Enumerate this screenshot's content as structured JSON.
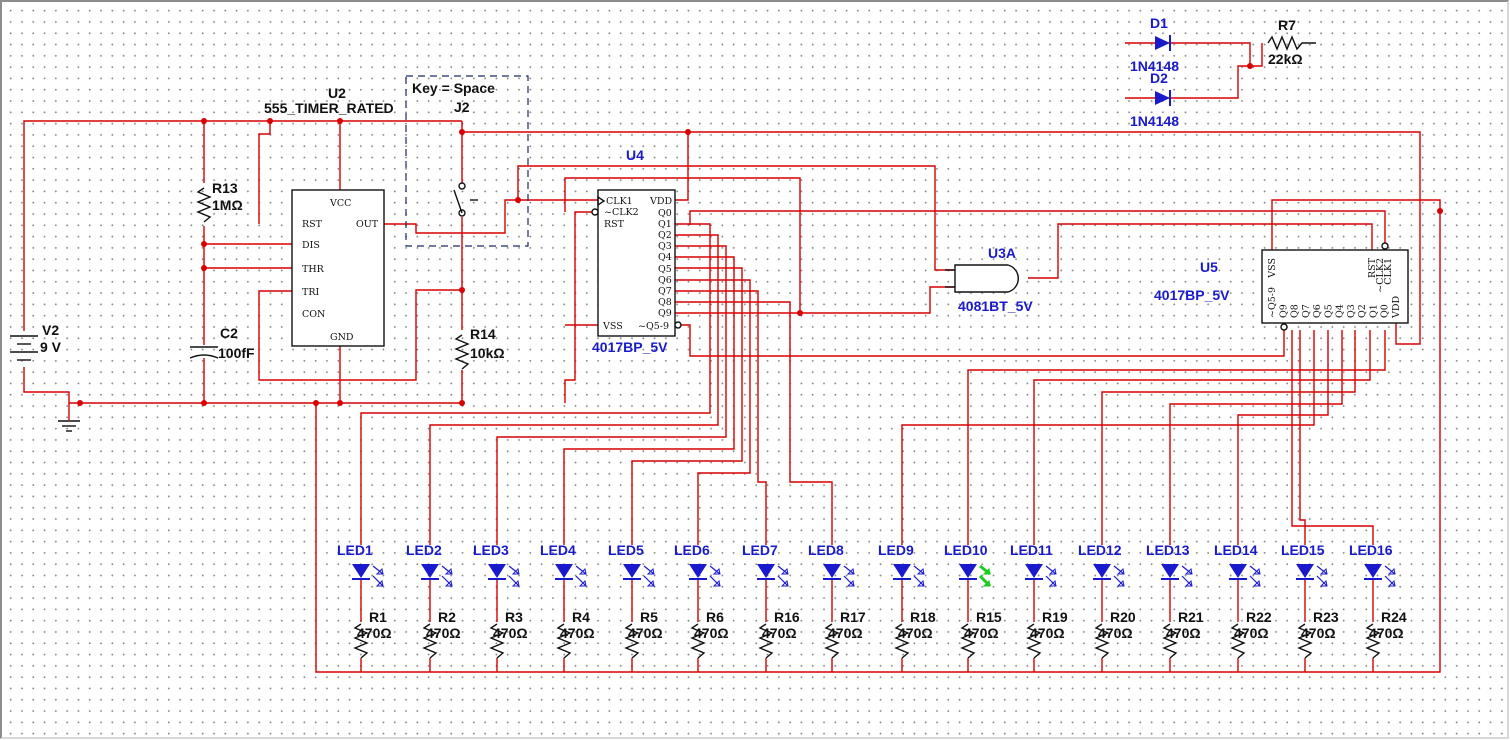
{
  "power": {
    "v2": {
      "ref": "V2",
      "value": "9 V"
    }
  },
  "timer": {
    "ref": "U2",
    "model": "555_TIMER_RATED",
    "pins": [
      "VCC",
      "RST",
      "DIS",
      "THR",
      "TRI",
      "CON",
      "OUT",
      "GND"
    ]
  },
  "switch": {
    "ref": "J2",
    "key": "Key = Space"
  },
  "counter_u4": {
    "ref": "U4",
    "model": "4017BP_5V",
    "pins_left": [
      "CLK1",
      "~CLK2",
      "RST"
    ],
    "pins_right": [
      "VDD",
      "Q0",
      "Q1",
      "Q2",
      "Q3",
      "Q4",
      "Q5",
      "Q6",
      "Q7",
      "Q8",
      "Q9"
    ],
    "pins_bottom": [
      "VSS",
      "~Q5-9"
    ]
  },
  "counter_u5": {
    "ref": "U5",
    "model": "4017BP_5V",
    "pins_top": [
      "VSS",
      "RST",
      "~CLK2",
      "CLK1"
    ],
    "pins_bottom": [
      "~Q5-9",
      "Q9",
      "Q8",
      "Q7",
      "Q6",
      "Q5",
      "Q4",
      "Q3",
      "Q2",
      "Q1",
      "Q0",
      "VDD"
    ]
  },
  "and_gate": {
    "ref": "U3A",
    "model": "4081BT_5V"
  },
  "passives": {
    "r13": {
      "ref": "R13",
      "value": "1MΩ"
    },
    "c2": {
      "ref": "C2",
      "value": "100fF"
    },
    "r14": {
      "ref": "R14",
      "value": "10kΩ"
    },
    "r7": {
      "ref": "R7",
      "value": "22kΩ"
    },
    "d1": {
      "ref": "D1",
      "value": "1N4148"
    },
    "d2": {
      "ref": "D2",
      "value": "1N4148"
    }
  },
  "leds": [
    {
      "ref": "LED1",
      "res": "R1",
      "val": "470Ω",
      "lit": false
    },
    {
      "ref": "LED2",
      "res": "R2",
      "val": "470Ω",
      "lit": false
    },
    {
      "ref": "LED3",
      "res": "R3",
      "val": "470Ω",
      "lit": false
    },
    {
      "ref": "LED4",
      "res": "R4",
      "val": "470Ω",
      "lit": false
    },
    {
      "ref": "LED5",
      "res": "R5",
      "val": "470Ω",
      "lit": false
    },
    {
      "ref": "LED6",
      "res": "R6",
      "val": "470Ω",
      "lit": false
    },
    {
      "ref": "LED7",
      "res": "R16",
      "val": "470Ω",
      "lit": false
    },
    {
      "ref": "LED8",
      "res": "R17",
      "val": "470Ω",
      "lit": false
    },
    {
      "ref": "LED9",
      "res": "R18",
      "val": "470Ω",
      "lit": false
    },
    {
      "ref": "LED10",
      "res": "R15",
      "val": "470Ω",
      "lit": true
    },
    {
      "ref": "LED11",
      "res": "R19",
      "val": "470Ω",
      "lit": false
    },
    {
      "ref": "LED12",
      "res": "R20",
      "val": "470Ω",
      "lit": false
    },
    {
      "ref": "LED13",
      "res": "R21",
      "val": "470Ω",
      "lit": false
    },
    {
      "ref": "LED14",
      "res": "R22",
      "val": "470Ω",
      "lit": false
    },
    {
      "ref": "LED15",
      "res": "R23",
      "val": "470Ω",
      "lit": false
    },
    {
      "ref": "LED16",
      "res": "R24",
      "val": "470Ω",
      "lit": false
    }
  ],
  "colors": {
    "wire": "#d90000",
    "label_blue": "#1a1acd",
    "led_body": "#1a1acd",
    "led_lit_arrow": "#1dcc1d",
    "led_off_arrow": "#1a1acd"
  }
}
